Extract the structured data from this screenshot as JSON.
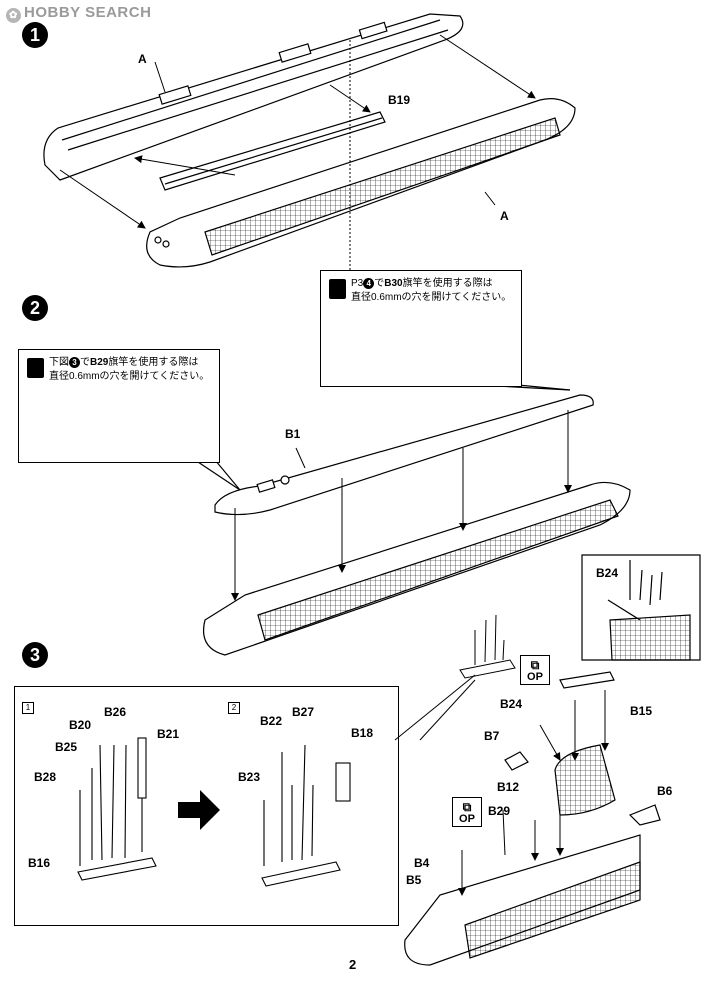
{
  "watermark": "HOBBY SEARCH",
  "steps": [
    "1",
    "2",
    "3"
  ],
  "step1": {
    "labels": {
      "a_top": "A",
      "b19": "B19",
      "a_bottom": "A"
    }
  },
  "step2": {
    "note_right": {
      "prefix": "P3",
      "circled": "4",
      "mid": "で",
      "part": "B30",
      "rest": "旗竿を使用する際は",
      "line2": "直径0.6mmの穴を開けてください。"
    },
    "note_left": {
      "prefix": "下図",
      "circled": "3",
      "mid": "で",
      "part": "B29",
      "rest": "旗竿を使用する際は",
      "line2": "直径0.6mmの穴を開けてください。"
    },
    "labels": {
      "b1": "B1"
    }
  },
  "step3": {
    "sub1_num": "1",
    "sub2_num": "2",
    "sub1_labels": {
      "b20": "B20",
      "b26": "B26",
      "b25": "B25",
      "b21": "B21",
      "b28": "B28",
      "b16": "B16"
    },
    "sub2_labels": {
      "b22": "B22",
      "b27": "B27",
      "b18": "B18",
      "b23": "B23"
    },
    "inset_label": "B24",
    "main_labels": {
      "b24": "B24",
      "b15": "B15",
      "b7": "B7",
      "b6": "B6",
      "b12": "B12",
      "b29": "B29",
      "b4": "B4",
      "b5": "B5"
    },
    "op_text": "OP"
  },
  "page_number": "2"
}
